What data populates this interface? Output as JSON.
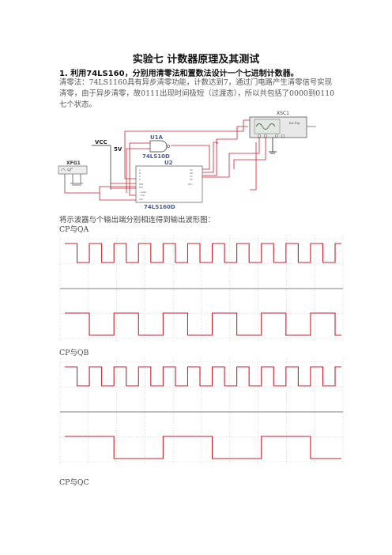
{
  "title": "实验七 计数器原理及其测试",
  "section_heading": "1. 利用74LS160，分别用清零法和置数法设计一个七进制计数器。",
  "paragraph": "清零法：74LS1160具有异步清零功能，计数达到7，通过门电路产生清零信号实现清零，由于异步清零，故0111出现时间极短（过渡态），所以共包括了0000到0110七个状态。",
  "schematic": {
    "xsc_label": "XSC1",
    "xsc_sub": "Ext Trig",
    "vcc_label": "VCC",
    "voltage_label": "5V",
    "gate_ref": "U1A",
    "gate_part": "74LS10D",
    "counter_ref": "U2",
    "counter_part": "74LS160D",
    "xfg_label": "XFG1"
  },
  "scope_note": "将示波器与个输出端分别相连得到输出波形图：",
  "waveforms": [
    {
      "caption": "CP与QA",
      "bottom_period_factor": 2,
      "trace_color": "#c8202c"
    },
    {
      "caption": "CP与QB",
      "bottom_period_factor": 4,
      "trace_color": "#c8202c"
    },
    {
      "caption": "CP与QC",
      "bottom_period_factor": 0,
      "trace_color": "#c8202c"
    }
  ]
}
